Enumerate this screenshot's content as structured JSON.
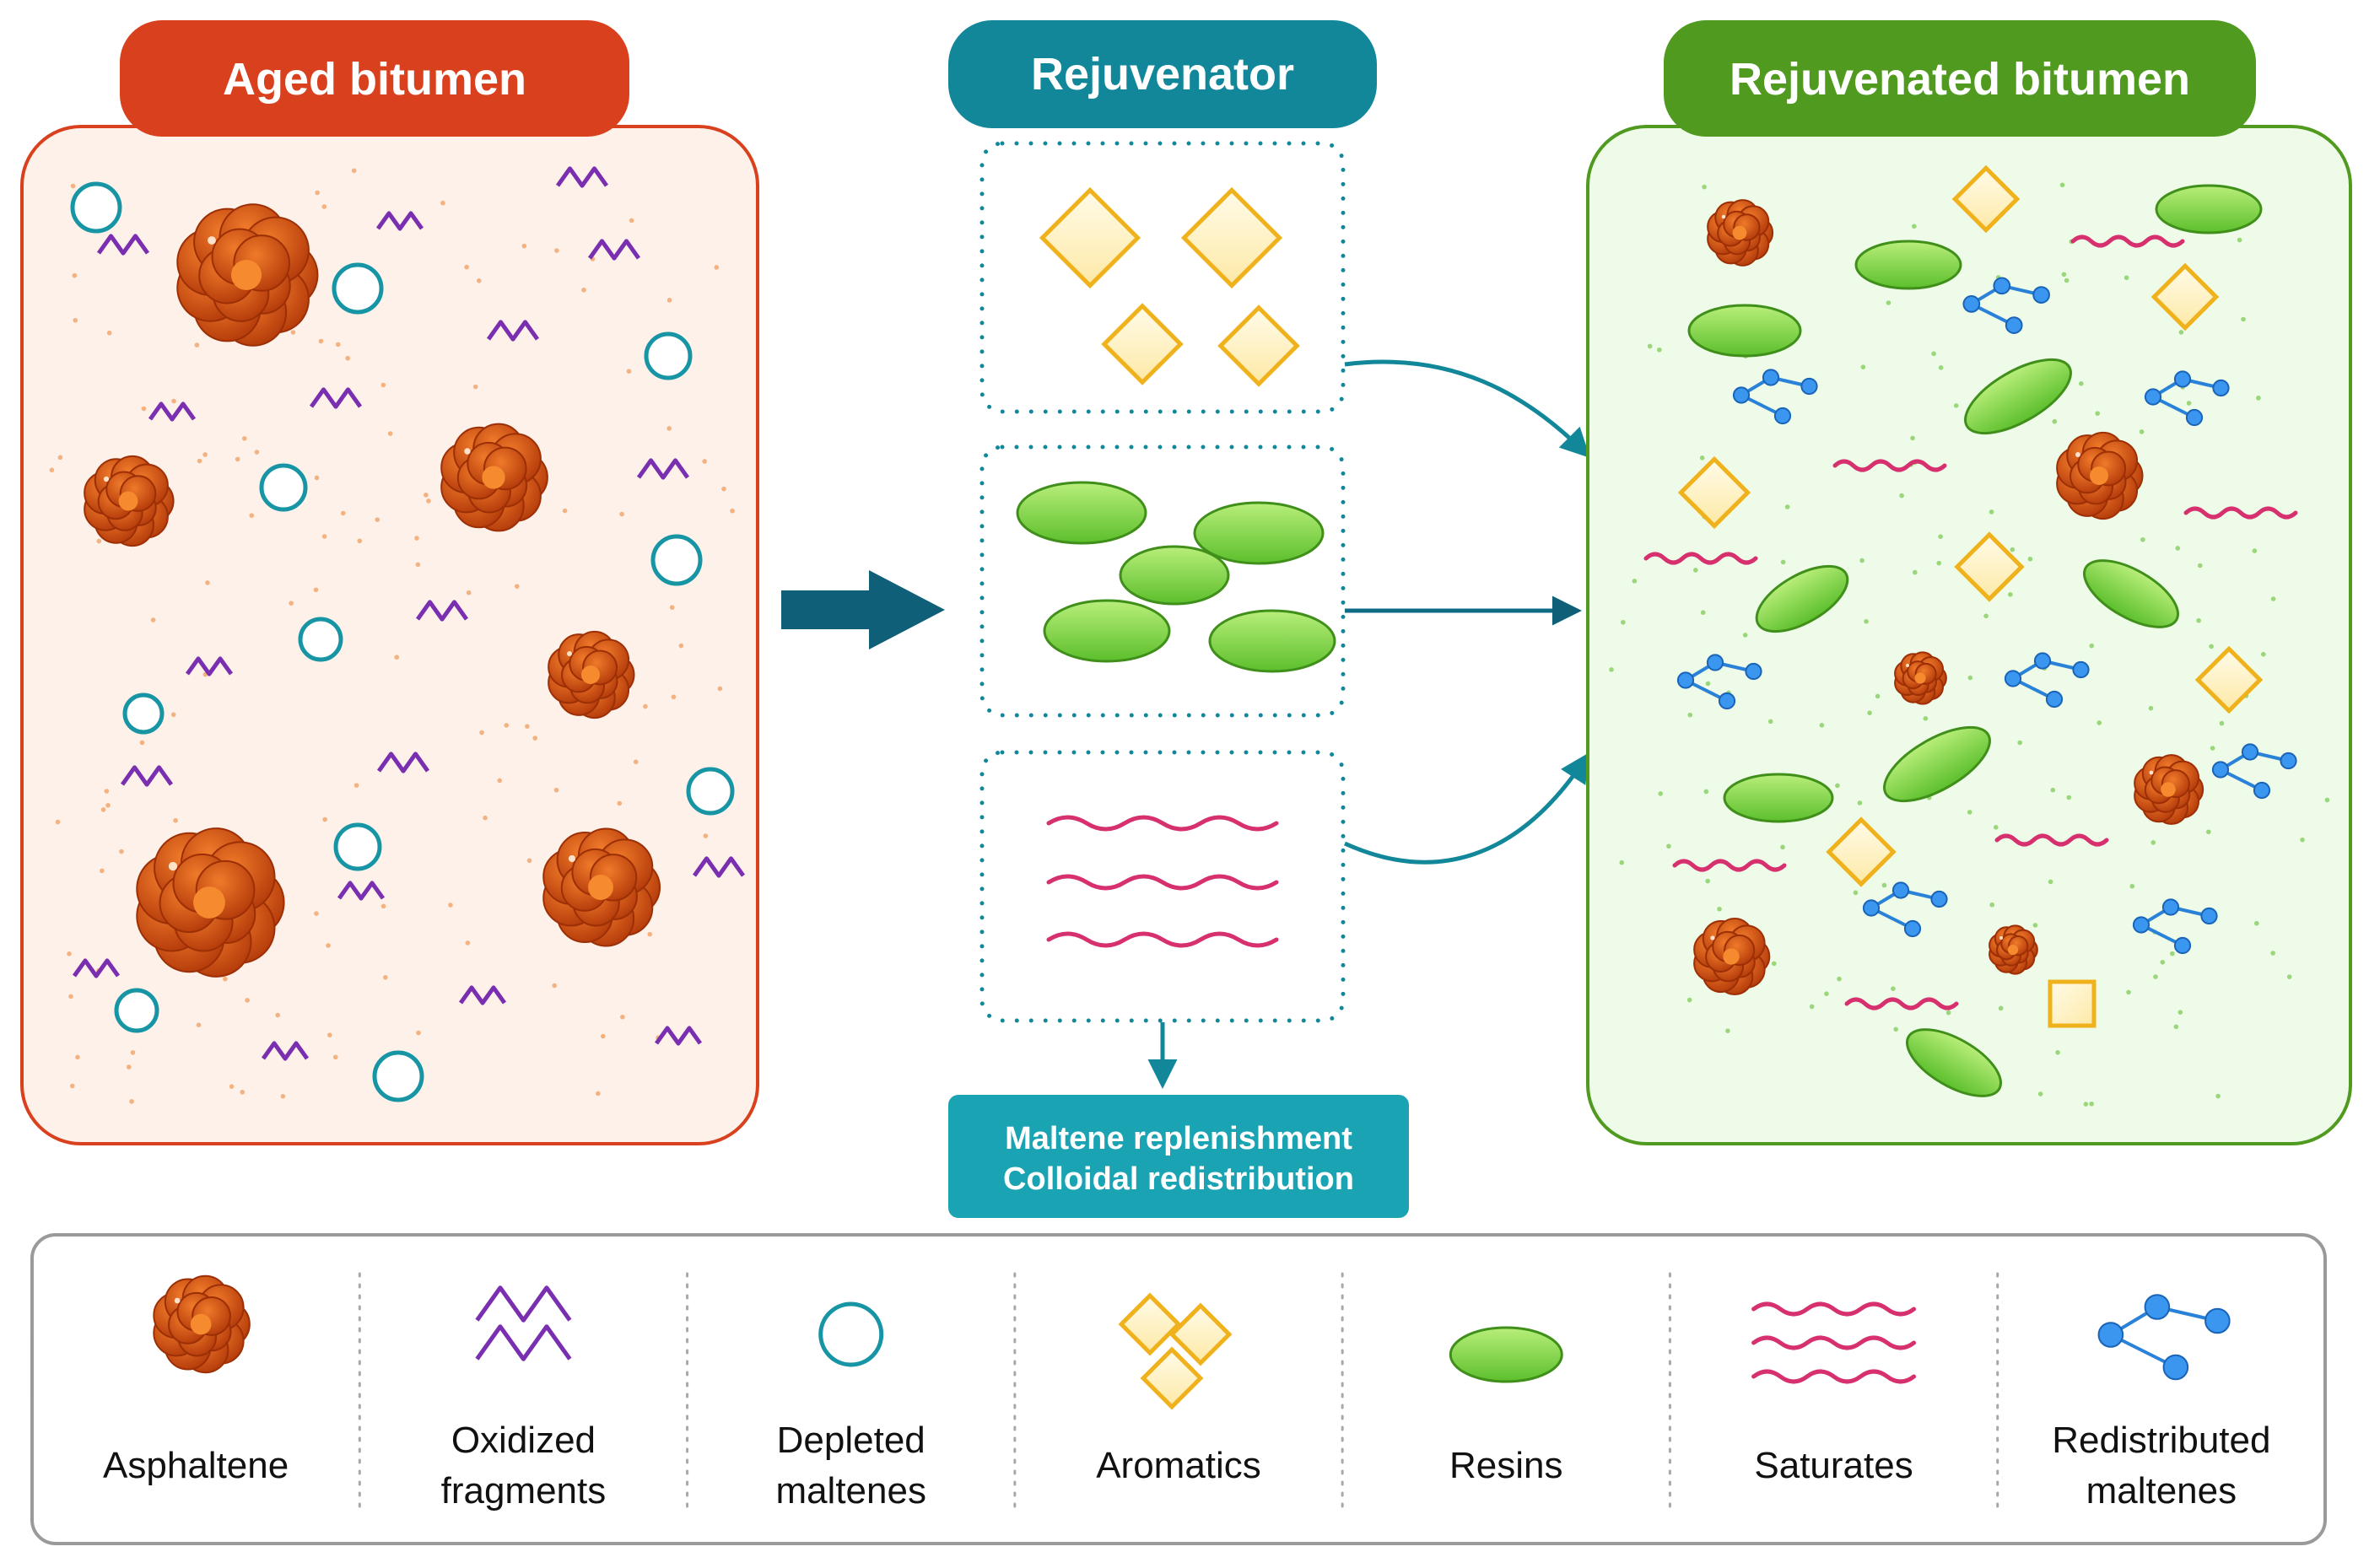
{
  "panels": {
    "aged": {
      "title": "Aged bitumen"
    },
    "rejuvenator": {
      "title": "Rejuvenator"
    },
    "rejuvenated": {
      "title": "Rejuvenated bitumen"
    }
  },
  "process_box": {
    "line1": "Maltene replenishment",
    "line2": "Colloidal redistribution"
  },
  "legend": [
    {
      "icon": "asphaltene-icon",
      "lines": [
        "Asphaltene"
      ]
    },
    {
      "icon": "oxidized-fragments-icon",
      "lines": [
        "Oxidized",
        "fragments"
      ]
    },
    {
      "icon": "depleted-maltenes-icon",
      "lines": [
        "Depleted",
        "maltenes"
      ]
    },
    {
      "icon": "aromatics-icon",
      "lines": [
        "Aromatics"
      ]
    },
    {
      "icon": "resins-icon",
      "lines": [
        "Resins"
      ]
    },
    {
      "icon": "saturates-icon",
      "lines": [
        "Saturates"
      ]
    },
    {
      "icon": "redistributed-maltenes-icon",
      "lines": [
        "Redistributed",
        "maltenes"
      ]
    }
  ],
  "colors": {
    "aged": "#d9411e",
    "aged_fill": "#fdf1ea",
    "rejuvenator": "#12879a",
    "rejuvenated": "#4f9a1f",
    "rejuvenated_fill": "#eefbe8",
    "asphaltene": "#c8440c",
    "oxidized": "#7a2fb0",
    "depleted": "#1795a5",
    "aromatics": "#f0b21c",
    "resins": "#6fc93a",
    "saturates": "#d6306e",
    "redistributed": "#2a82d8"
  }
}
